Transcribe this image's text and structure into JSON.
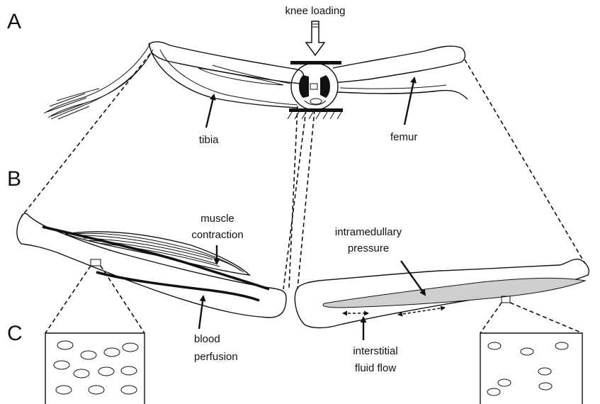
{
  "panels": {
    "a": "A",
    "b": "B",
    "c": "C"
  },
  "labels": {
    "knee_loading": "knee loading",
    "tibia": "tibia",
    "femur": "femur",
    "muscle_contraction": [
      "muscle",
      "contraction"
    ],
    "intramedullary_pressure": [
      "intramedullary",
      "pressure"
    ],
    "blood_perfusion": [
      "blood",
      "perfusion"
    ],
    "interstitial_fluid_flow": [
      "interstitial",
      "fluid flow"
    ]
  },
  "colors": {
    "stroke": "#111111",
    "marrow_fill": "#cfcfcf",
    "background": "#ffffff"
  }
}
